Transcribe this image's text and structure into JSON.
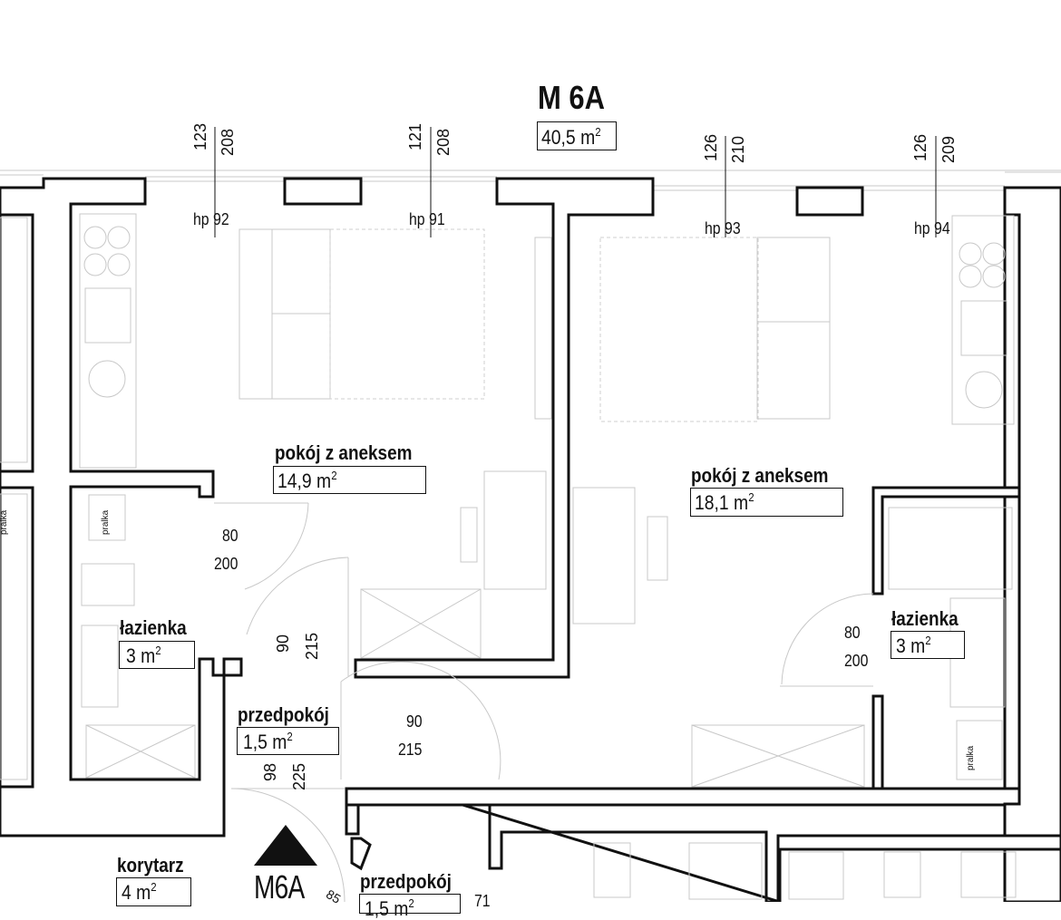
{
  "unit": {
    "name": "M 6A",
    "area": "40,5",
    "unit_suffix": "m"
  },
  "windows": [
    {
      "sill": "123",
      "height": "208",
      "hp": "hp",
      "hp_value": "92"
    },
    {
      "sill": "121",
      "height": "208",
      "hp": "hp",
      "hp_value": "91"
    },
    {
      "sill": "126",
      "height": "210",
      "hp": "hp",
      "hp_value": "93"
    },
    {
      "sill": "126",
      "height": "209",
      "hp": "hp",
      "hp_value": "94"
    }
  ],
  "rooms": {
    "living_left": {
      "name": "pokój z aneksem",
      "area": "14,9 m"
    },
    "living_right": {
      "name": "pokój z aneksem",
      "area": "18,1 m"
    },
    "bath_left": {
      "name": "łazienka",
      "area": "3 m"
    },
    "bath_right": {
      "name": "łazienka",
      "area": "3 m"
    },
    "hall": {
      "name": "przedpokój",
      "area": "1,5 m"
    },
    "corridor": {
      "name": "korytarz",
      "area": "4 m"
    },
    "hall_lower": {
      "name": "przedpokój",
      "area": "1,5 m"
    }
  },
  "doors": {
    "bath_left": {
      "w": "80",
      "h": "200"
    },
    "hall_inner": {
      "w": "90",
      "h": "215"
    },
    "living_right": {
      "w": "90",
      "h": "215"
    },
    "bath_right": {
      "w": "80",
      "h": "200"
    },
    "entrance": {
      "w": "98",
      "h": "225"
    },
    "partial_1": "85",
    "partial_2": "71"
  },
  "appliance_labels": {
    "washer_left": "pralka",
    "washer_right": "pralka",
    "washer_edge": "pralka"
  },
  "entrance_marker": "M6A"
}
